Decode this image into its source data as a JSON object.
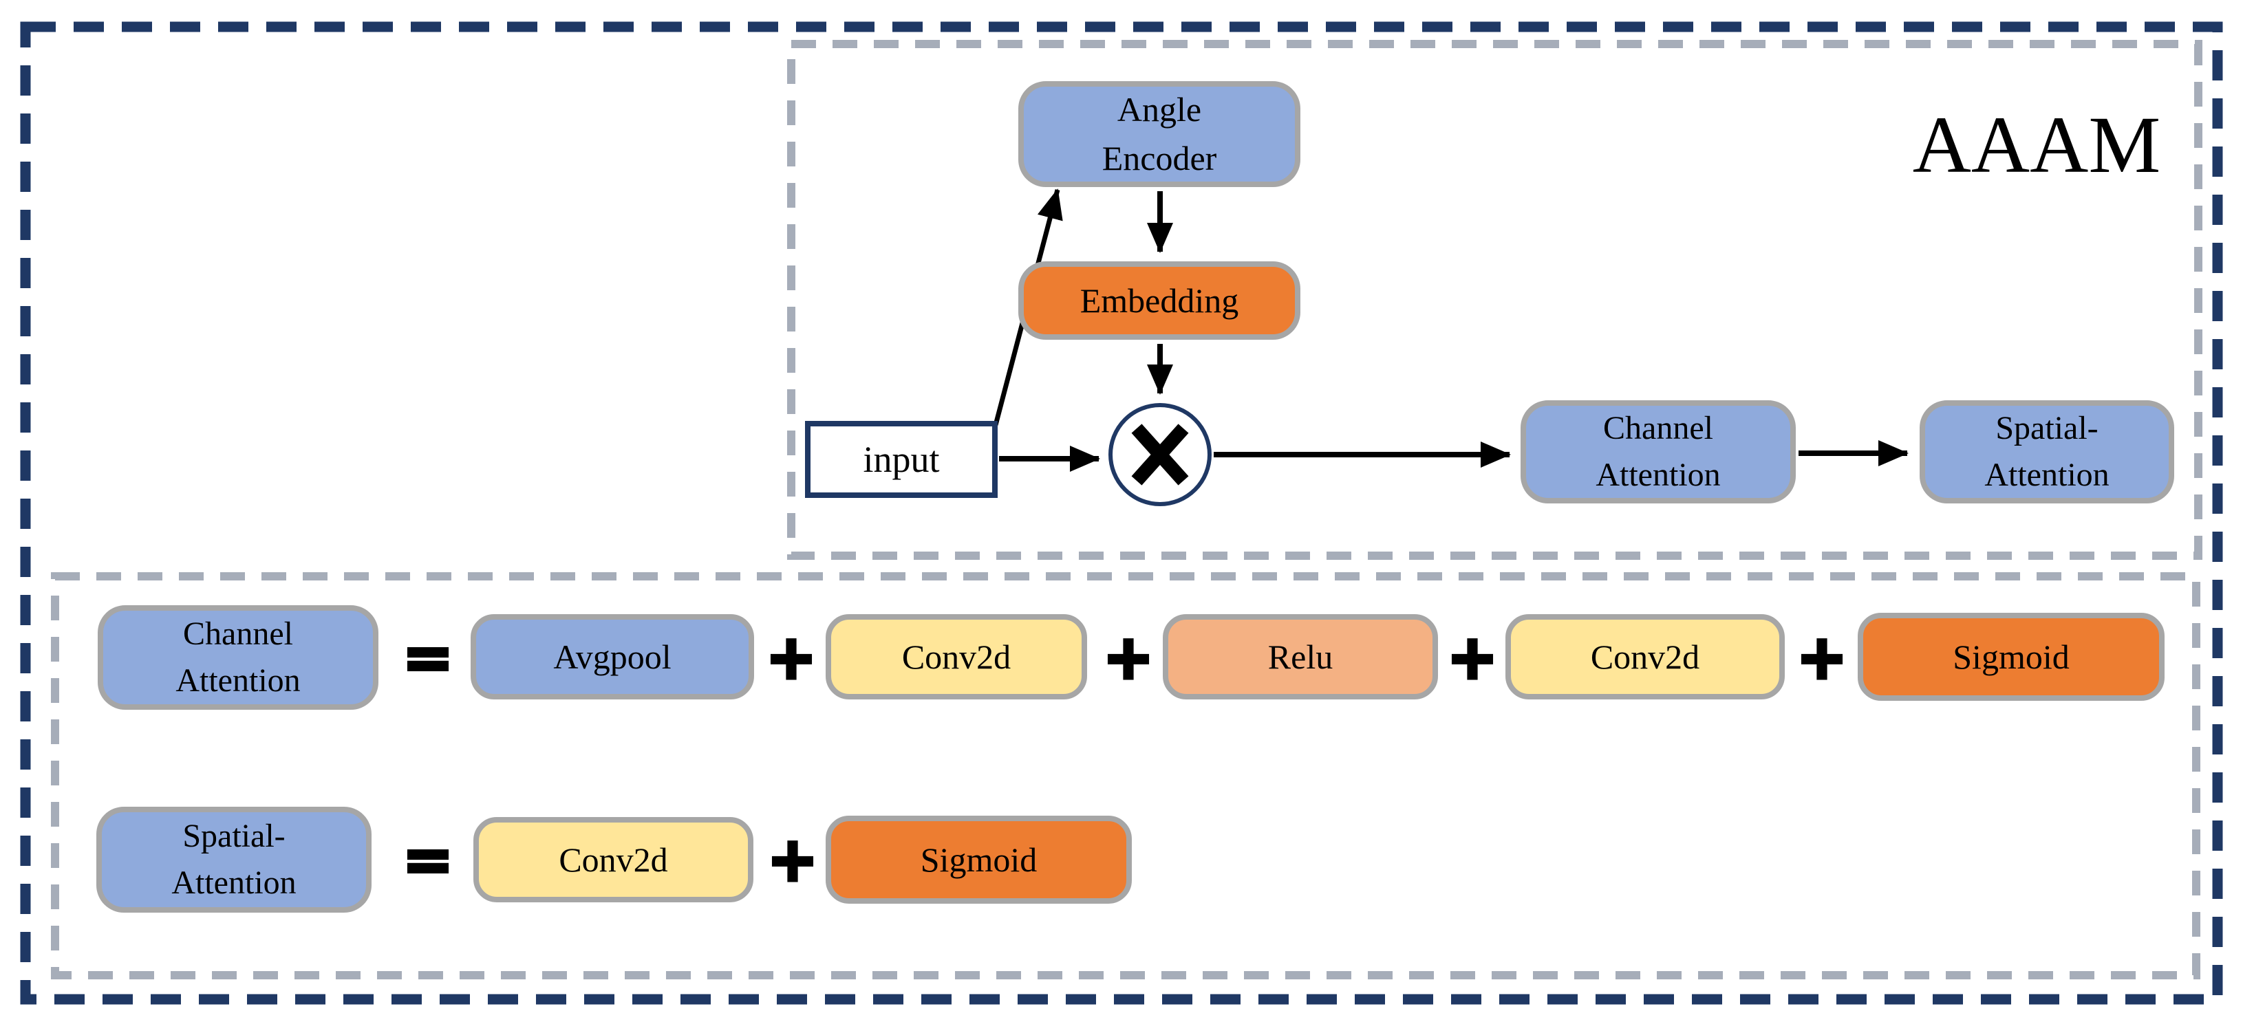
{
  "title": "AAAM",
  "colors": {
    "node_blue": "#8FAADC",
    "node_orange": "#ED7D31",
    "node_salmon": "#F4B183",
    "node_yellow": "#FFE699",
    "node_border_gray": "#A6A6A6",
    "navy_border": "#1F3864",
    "dash_gray": "#A6ADB9",
    "arrow_black": "#000000",
    "background": "#FFFFFF"
  },
  "diagram": {
    "input_label": "input",
    "angle_encoder_line1": "Angle",
    "angle_encoder_line2": "Encoder",
    "embedding_label": "Embedding",
    "multiply_icon": "×",
    "channel_attention_line1": "Channel",
    "channel_attention_line2": "Attention",
    "spatial_attention_line1": "Spatial-",
    "spatial_attention_line2": "Attention"
  },
  "legend": {
    "channel_row": {
      "lhs_line1": "Channel",
      "lhs_line2": "Attention",
      "equals": "=",
      "plus": "+",
      "terms": [
        "Avgpool",
        "Conv2d",
        "Relu",
        "Conv2d",
        "Sigmoid"
      ]
    },
    "spatial_row": {
      "lhs_line1": "Spatial-",
      "lhs_line2": "Attention",
      "equals": "=",
      "plus": "+",
      "terms": [
        "Conv2d",
        "Sigmoid"
      ]
    }
  }
}
